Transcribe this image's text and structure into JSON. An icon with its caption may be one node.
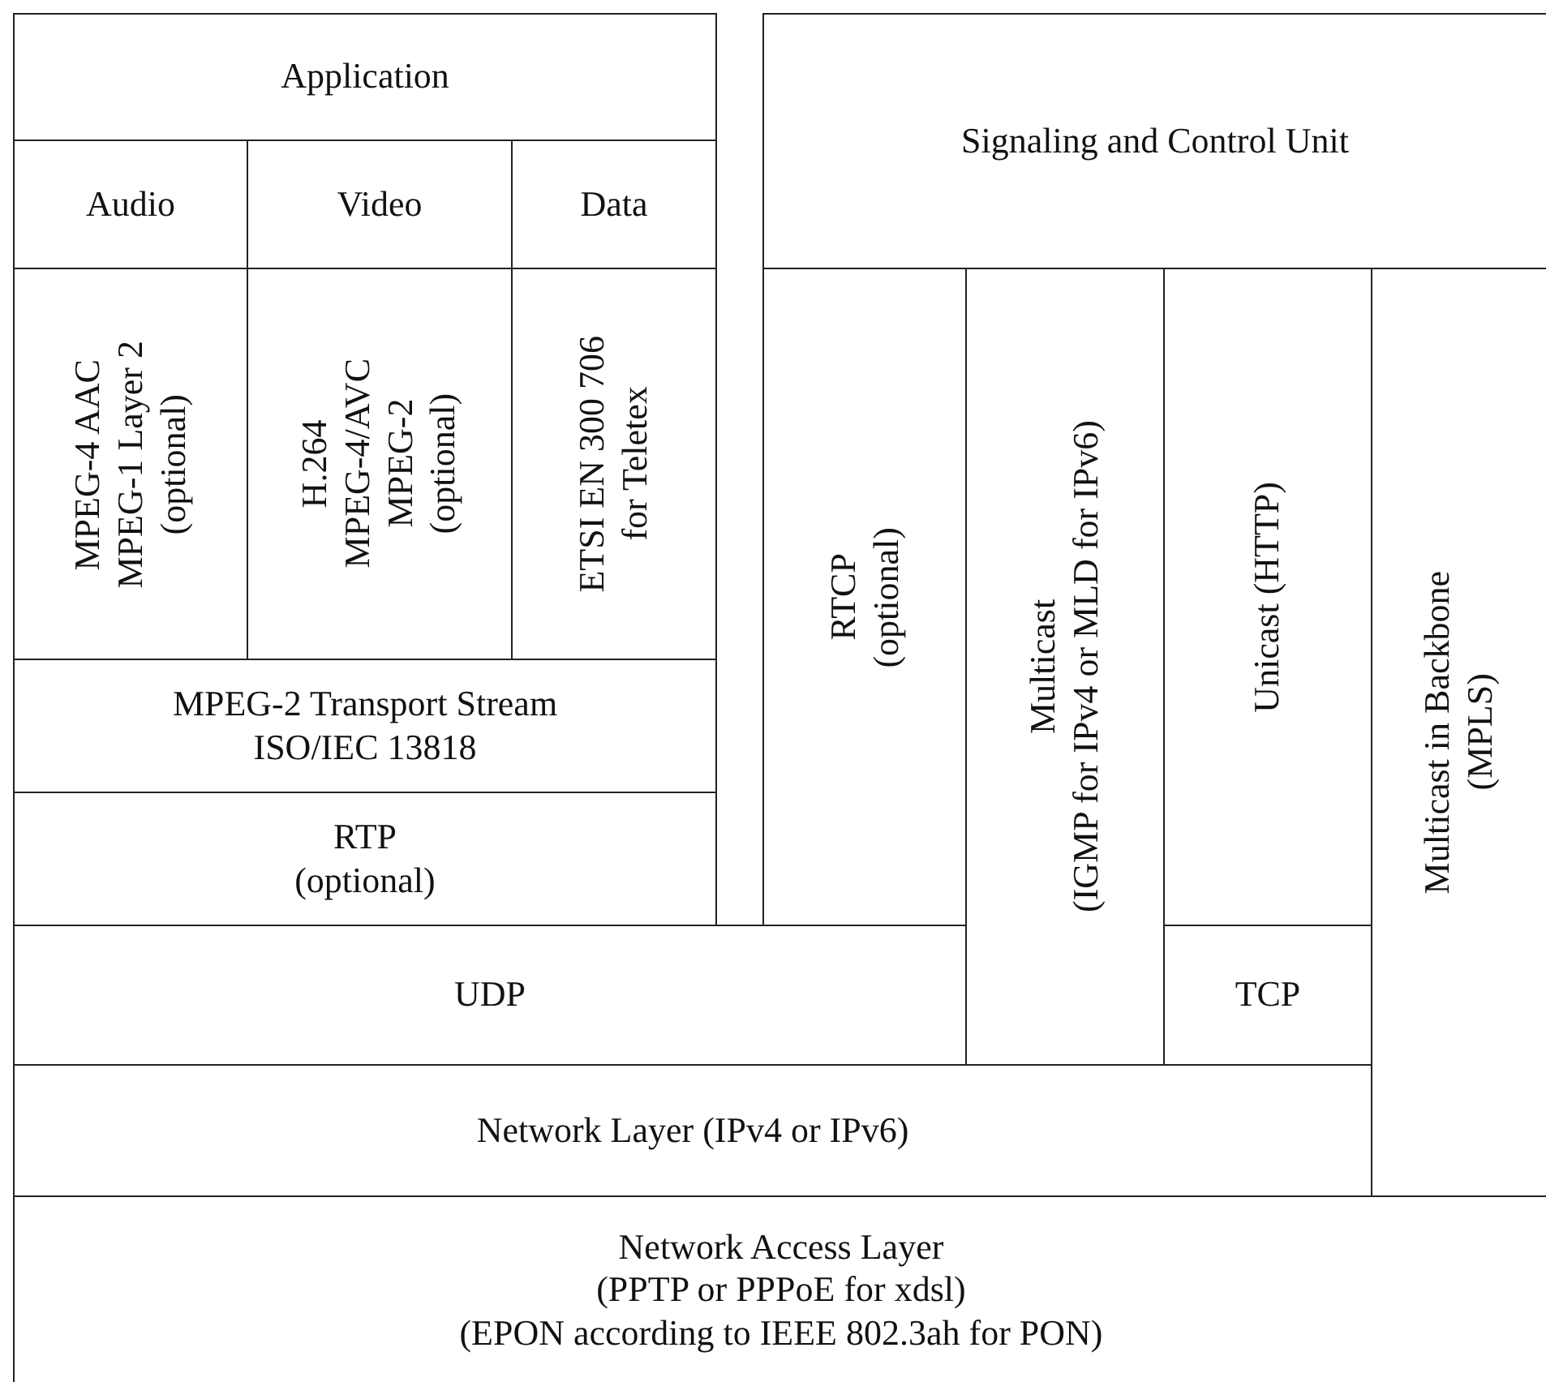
{
  "diagram": {
    "nodes": [
      {
        "text": [
          "Application"
        ]
      },
      {
        "text": [
          "Audio"
        ]
      },
      {
        "text": [
          "Video"
        ]
      },
      {
        "text": [
          "Data"
        ]
      },
      {
        "text": [
          "MPEG-4 AAC",
          "MPEG-1 Layer 2",
          "(optional)"
        ]
      },
      {
        "text": [
          "H.264",
          "MPEG-4/AVC",
          "MPEG-2",
          "(optional)"
        ]
      },
      {
        "text": [
          "ETSI EN 300 706",
          "for Teletex"
        ]
      },
      {
        "text": [
          "MPEG-2 Transport Stream",
          "ISO/IEC 13818"
        ]
      },
      {
        "text": [
          "RTP",
          "(optional)"
        ]
      },
      {
        "text": [
          "Signaling and Control Unit"
        ]
      },
      {
        "text": [
          "RTCP",
          "(optional)"
        ]
      },
      {
        "text": [
          "Multicast",
          "(IGMP for IPv4 or MLD for IPv6)"
        ]
      },
      {
        "text": [
          "Unicast (HTTP)"
        ]
      },
      {
        "text": [
          "Multicast in Backbone",
          "(MPLS)"
        ]
      },
      {
        "text": [
          "UDP"
        ]
      },
      {
        "text": [
          "TCP"
        ]
      },
      {
        "text": [
          "Network Layer (IPv4 or IPv6)"
        ]
      },
      {
        "text": [
          "Network Access Layer",
          "(PPTP or PPPoE for xdsl)",
          "(EPON according to IEEE 802.3ah for PON)"
        ]
      }
    ]
  }
}
